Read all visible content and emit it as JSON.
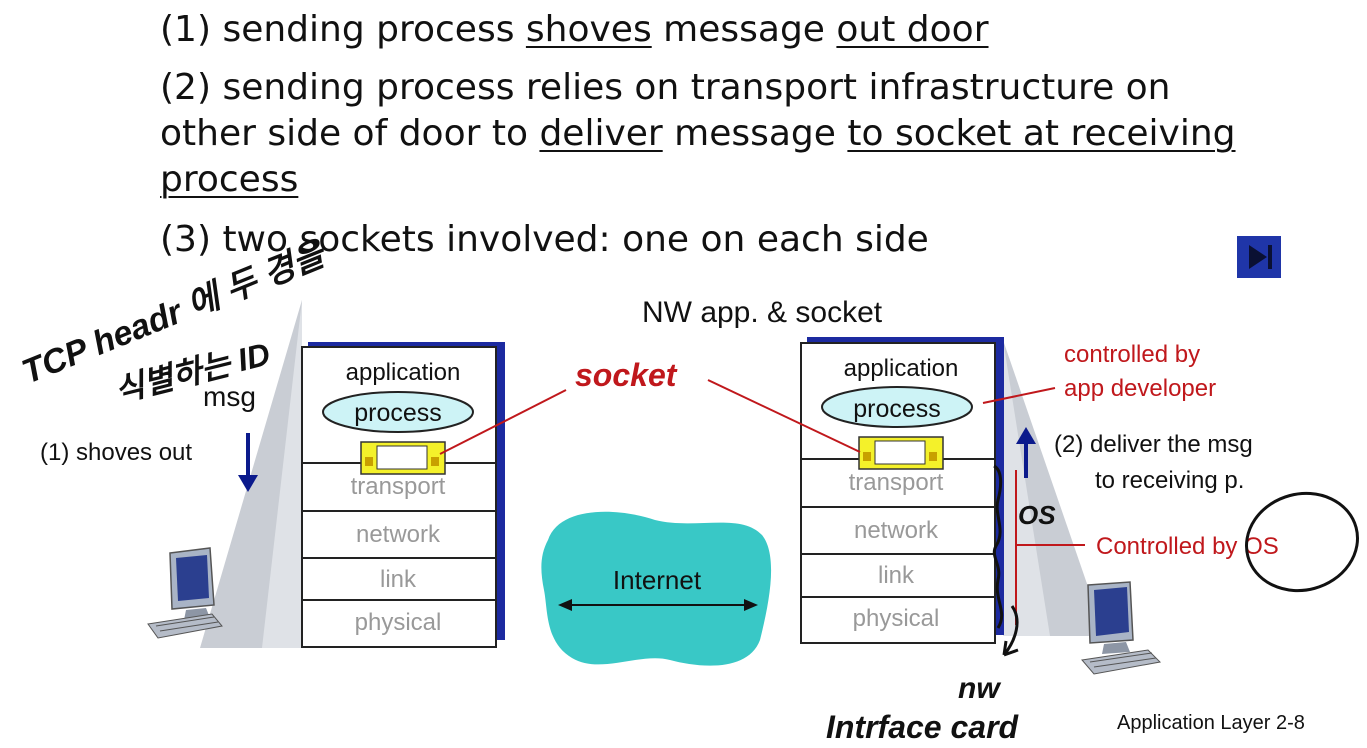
{
  "bullets": {
    "b1": {
      "prefix": "(1) sending process ",
      "u1": "shoves",
      "mid": " message ",
      "u2": "out door"
    },
    "b2": {
      "line1": "(2) sending process relies on transport infrastructure on",
      "line2_pre": "other side of door to ",
      "u1": "deliver",
      "mid": " message ",
      "u2": "to socket at receiving",
      "line3": "process"
    },
    "b3": {
      "text": "(3) two sockets involved: one on each side"
    }
  },
  "diagram": {
    "title": "NW app. & socket",
    "socket_label": "socket",
    "internet_label": "Internet",
    "left_host": {
      "layers": [
        "application",
        "process",
        "transport",
        "network",
        "link",
        "physical"
      ],
      "msg_label": "msg",
      "arrow_label": "(1) shoves out"
    },
    "right_host": {
      "layers": [
        "application",
        "process",
        "transport",
        "network",
        "link",
        "physical"
      ],
      "arrow_label_1": "(2) deliver the msg",
      "arrow_label_2": "to receiving p.",
      "controlled_app_1": "controlled by",
      "controlled_app_2": "app developer",
      "controlled_os": "Controlled by OS"
    },
    "handwritten": {
      "tcp_1": "TCP headr 에 두 경을",
      "tcp_2": "식별하는 ID",
      "os": "OS",
      "nw": "nw",
      "interface": "Intrface card"
    }
  },
  "nav_button": {
    "icon": "skip-next-icon"
  },
  "footer": "Application Layer 2-8",
  "colors": {
    "red": "#c0181c",
    "navy": "#0b1a8c",
    "internet": "#39c8c6",
    "socket_yellow": "#f4f12a",
    "process_fill": "#cdf3f6"
  }
}
